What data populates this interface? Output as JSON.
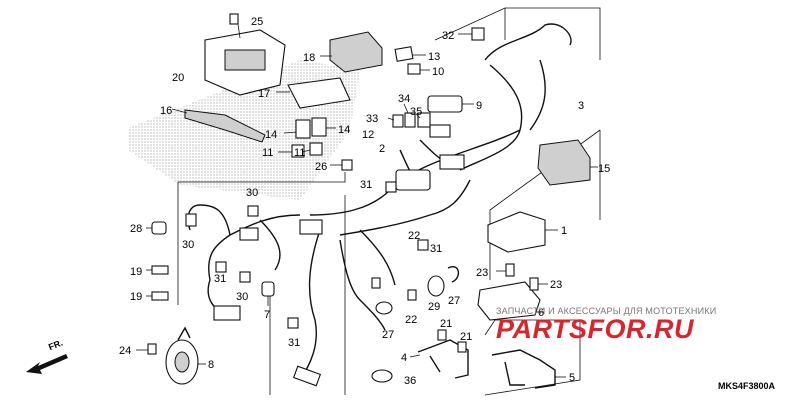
{
  "diagram_code": "MKS4F3800A",
  "direction_label": "FR.",
  "watermark": {
    "tagline": "ЗАПЧАСТИ И АКСЕССУАРЫ ДЛЯ МОТОТЕХНИКИ",
    "logo": "PARTSFOR.RU"
  },
  "callouts": [
    {
      "id": "c25",
      "text": "25"
    },
    {
      "id": "c20",
      "text": "20"
    },
    {
      "id": "c18",
      "text": "18"
    },
    {
      "id": "c17",
      "text": "17"
    },
    {
      "id": "c16",
      "text": "16"
    },
    {
      "id": "c13",
      "text": "13"
    },
    {
      "id": "c10",
      "text": "10"
    },
    {
      "id": "c32",
      "text": "32"
    },
    {
      "id": "c3",
      "text": "3"
    },
    {
      "id": "c9",
      "text": "9"
    },
    {
      "id": "c34",
      "text": "34"
    },
    {
      "id": "c33",
      "text": "33"
    },
    {
      "id": "c35",
      "text": "35"
    },
    {
      "id": "c12",
      "text": "12"
    },
    {
      "id": "c14a",
      "text": "14"
    },
    {
      "id": "c14b",
      "text": "14"
    },
    {
      "id": "c11a",
      "text": "11"
    },
    {
      "id": "c11b",
      "text": "11"
    },
    {
      "id": "c2",
      "text": "2"
    },
    {
      "id": "c26",
      "text": "26"
    },
    {
      "id": "c15",
      "text": "15"
    },
    {
      "id": "c31a",
      "text": "31"
    },
    {
      "id": "c30a",
      "text": "30"
    },
    {
      "id": "c28",
      "text": "28"
    },
    {
      "id": "c30b",
      "text": "30"
    },
    {
      "id": "c1",
      "text": "1"
    },
    {
      "id": "c22a",
      "text": "22"
    },
    {
      "id": "c31b",
      "text": "31"
    },
    {
      "id": "c19a",
      "text": "19"
    },
    {
      "id": "c31c",
      "text": "31"
    },
    {
      "id": "c23a",
      "text": "23"
    },
    {
      "id": "c23b",
      "text": "23"
    },
    {
      "id": "c30c",
      "text": "30"
    },
    {
      "id": "c19b",
      "text": "19"
    },
    {
      "id": "c29",
      "text": "29"
    },
    {
      "id": "c27a",
      "text": "27"
    },
    {
      "id": "c6",
      "text": "6"
    },
    {
      "id": "c7",
      "text": "7"
    },
    {
      "id": "c22b",
      "text": "22"
    },
    {
      "id": "c27b",
      "text": "27"
    },
    {
      "id": "c21a",
      "text": "21"
    },
    {
      "id": "c21b",
      "text": "21"
    },
    {
      "id": "c31d",
      "text": "31"
    },
    {
      "id": "c24",
      "text": "24"
    },
    {
      "id": "c8",
      "text": "8"
    },
    {
      "id": "c4",
      "text": "4"
    },
    {
      "id": "c5",
      "text": "5"
    },
    {
      "id": "c36",
      "text": "36"
    }
  ]
}
